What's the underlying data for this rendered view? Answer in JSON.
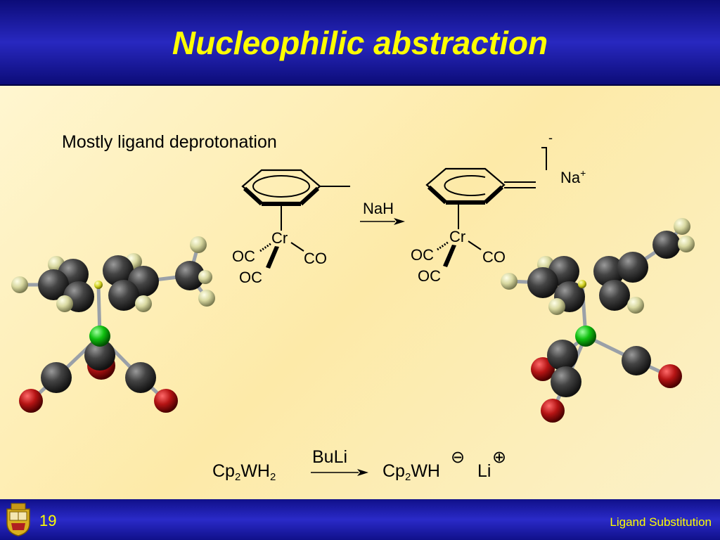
{
  "header": {
    "title": "Nucleophilic abstraction"
  },
  "subtitle": "Mostly ligand deprotonation",
  "reaction1": {
    "reagent": "NaH",
    "left": {
      "metal": "Cr",
      "ligand_left": "OC",
      "ligand_right": "CO",
      "ligand_bottom": "OC"
    },
    "right": {
      "metal": "Cr",
      "ligand_left": "OC",
      "ligand_right": "CO",
      "ligand_bottom": "OC",
      "charge": "-",
      "counterion": "Na",
      "counterion_charge": "+"
    }
  },
  "reaction2": {
    "reactant_a": "Cp",
    "reactant_a_sub": "2",
    "reactant_b": "WH",
    "reactant_b_sub": "2",
    "reagent": "BuLi",
    "product_a": "Cp",
    "product_a_sub": "2",
    "product_b": "WH",
    "product_charge": "⊖",
    "product_ion": "Li",
    "product_ion_charge": "⊕"
  },
  "footer": {
    "slide_number": "19",
    "title": "Ligand Substitution"
  },
  "colors": {
    "header": "#1a1aa8",
    "title": "#ffff00",
    "carbon": "#3a3a3a",
    "oxygen": "#b01818",
    "hydrogen": "#e0e0a8",
    "chromium": "#18c018"
  }
}
